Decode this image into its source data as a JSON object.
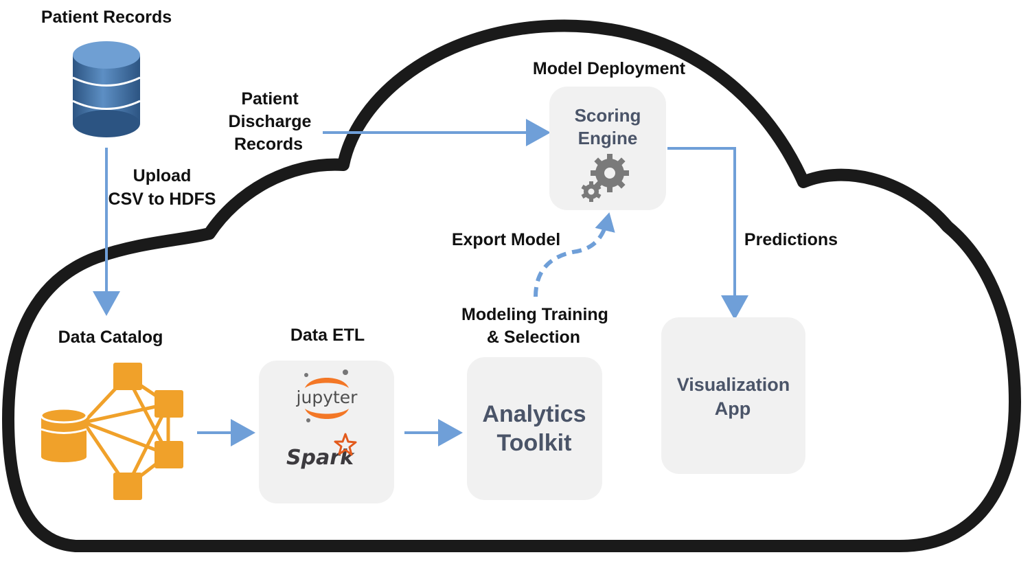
{
  "labels": {
    "patient_records": "Patient Records",
    "upload_line1": "Upload",
    "upload_line2": "CSV to HDFS",
    "discharge_line1": "Patient",
    "discharge_line2": "Discharge",
    "discharge_line3": "Records",
    "model_deployment": "Model Deployment",
    "export_model": "Export Model",
    "predictions": "Predictions",
    "data_catalog": "Data Catalog",
    "data_etl": "Data ETL",
    "modeling_line1": "Modeling Training",
    "modeling_line2": "& Selection"
  },
  "boxes": {
    "scoring_line1": "Scoring",
    "scoring_line2": "Engine",
    "analytics_line1": "Analytics",
    "analytics_line2": "Toolkit",
    "viz_line1": "Visualization",
    "viz_line2": "App"
  },
  "logos": {
    "jupyter": "jupyter",
    "spark": "Spark"
  },
  "icons": {
    "database": "database-icon",
    "catalog": "data-catalog-network-icon",
    "gears": "gears-icon"
  },
  "colors": {
    "cloud_outline": "#1a1a1a",
    "arrow": "#6f9fd8",
    "box_fill": "#f1f1f1",
    "box_text": "#4a5468",
    "catalog_orange": "#f0a12a",
    "database_blue": "#3d6fa6",
    "jupyter_orange": "#f37726",
    "gear_gray": "#7a7a7a"
  }
}
